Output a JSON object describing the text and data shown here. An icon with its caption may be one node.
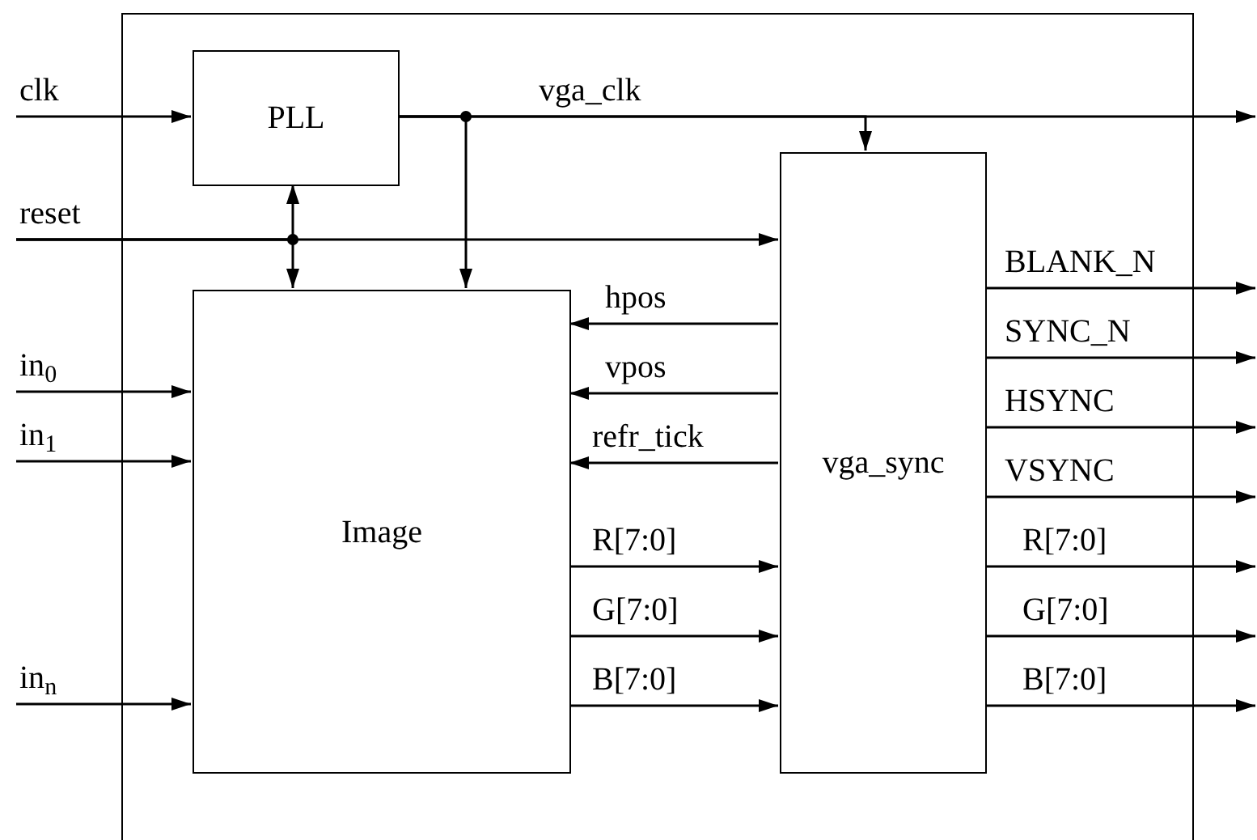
{
  "diagram": {
    "nodes": [
      {
        "text": [],
        "shape": "box"
      },
      {
        "text": [
          "PLL"
        ],
        "in": 0
      },
      {
        "text": [
          "Image"
        ],
        "in": 0
      },
      {
        "text": [
          "vga_sync"
        ],
        "in": 0
      }
    ],
    "edges": [
      {
        "from": null,
        "to": 1,
        "arrow": "to",
        "label": "clk"
      },
      {
        "from": 1,
        "to": null,
        "arrow": "to",
        "label": "vga_clk"
      },
      {
        "from": 1,
        "to": 2,
        "arrow": "to"
      },
      {
        "from": 1,
        "to": 3,
        "arrow": "to"
      },
      {
        "from": null,
        "to": 3,
        "arrow": "to",
        "label": "reset"
      },
      {
        "from": null,
        "to": 1,
        "arrow": "to"
      },
      {
        "from": null,
        "to": 2,
        "arrow": "to"
      },
      {
        "from": null,
        "to": 2,
        "arrow": "to",
        "label": "in$_{0}$"
      },
      {
        "from": null,
        "to": 2,
        "arrow": "to",
        "label": "in$_{1}$"
      },
      {
        "from": null,
        "to": 2,
        "arrow": "to",
        "label": "in$_{n}$"
      },
      {
        "from": 3,
        "to": 2,
        "arrow": "to",
        "label": "hpos"
      },
      {
        "from": 3,
        "to": 2,
        "arrow": "to",
        "label": "vpos"
      },
      {
        "from": 3,
        "to": 2,
        "arrow": "to",
        "label": "refr_tick"
      },
      {
        "from": 2,
        "to": 3,
        "arrow": "to",
        "label": "R[7:0]"
      },
      {
        "from": 2,
        "to": 3,
        "arrow": "to",
        "label": "G[7:0]"
      },
      {
        "from": 2,
        "to": 3,
        "arrow": "to",
        "label": "B[7:0]"
      },
      {
        "from": 3,
        "to": null,
        "arrow": "to",
        "label": "BLANK_N"
      },
      {
        "from": 3,
        "to": null,
        "arrow": "to",
        "label": "SYNC_N"
      },
      {
        "from": 3,
        "to": null,
        "arrow": "to",
        "label": "HSYNC"
      },
      {
        "from": 3,
        "to": null,
        "arrow": "to",
        "label": "VSYNC"
      },
      {
        "from": 3,
        "to": null,
        "arrow": "to",
        "label": "R[7:0]"
      },
      {
        "from": 3,
        "to": null,
        "arrow": "to",
        "label": "G[7:0]"
      },
      {
        "from": 3,
        "to": null,
        "arrow": "to",
        "label": "B[7:0]"
      }
    ]
  }
}
